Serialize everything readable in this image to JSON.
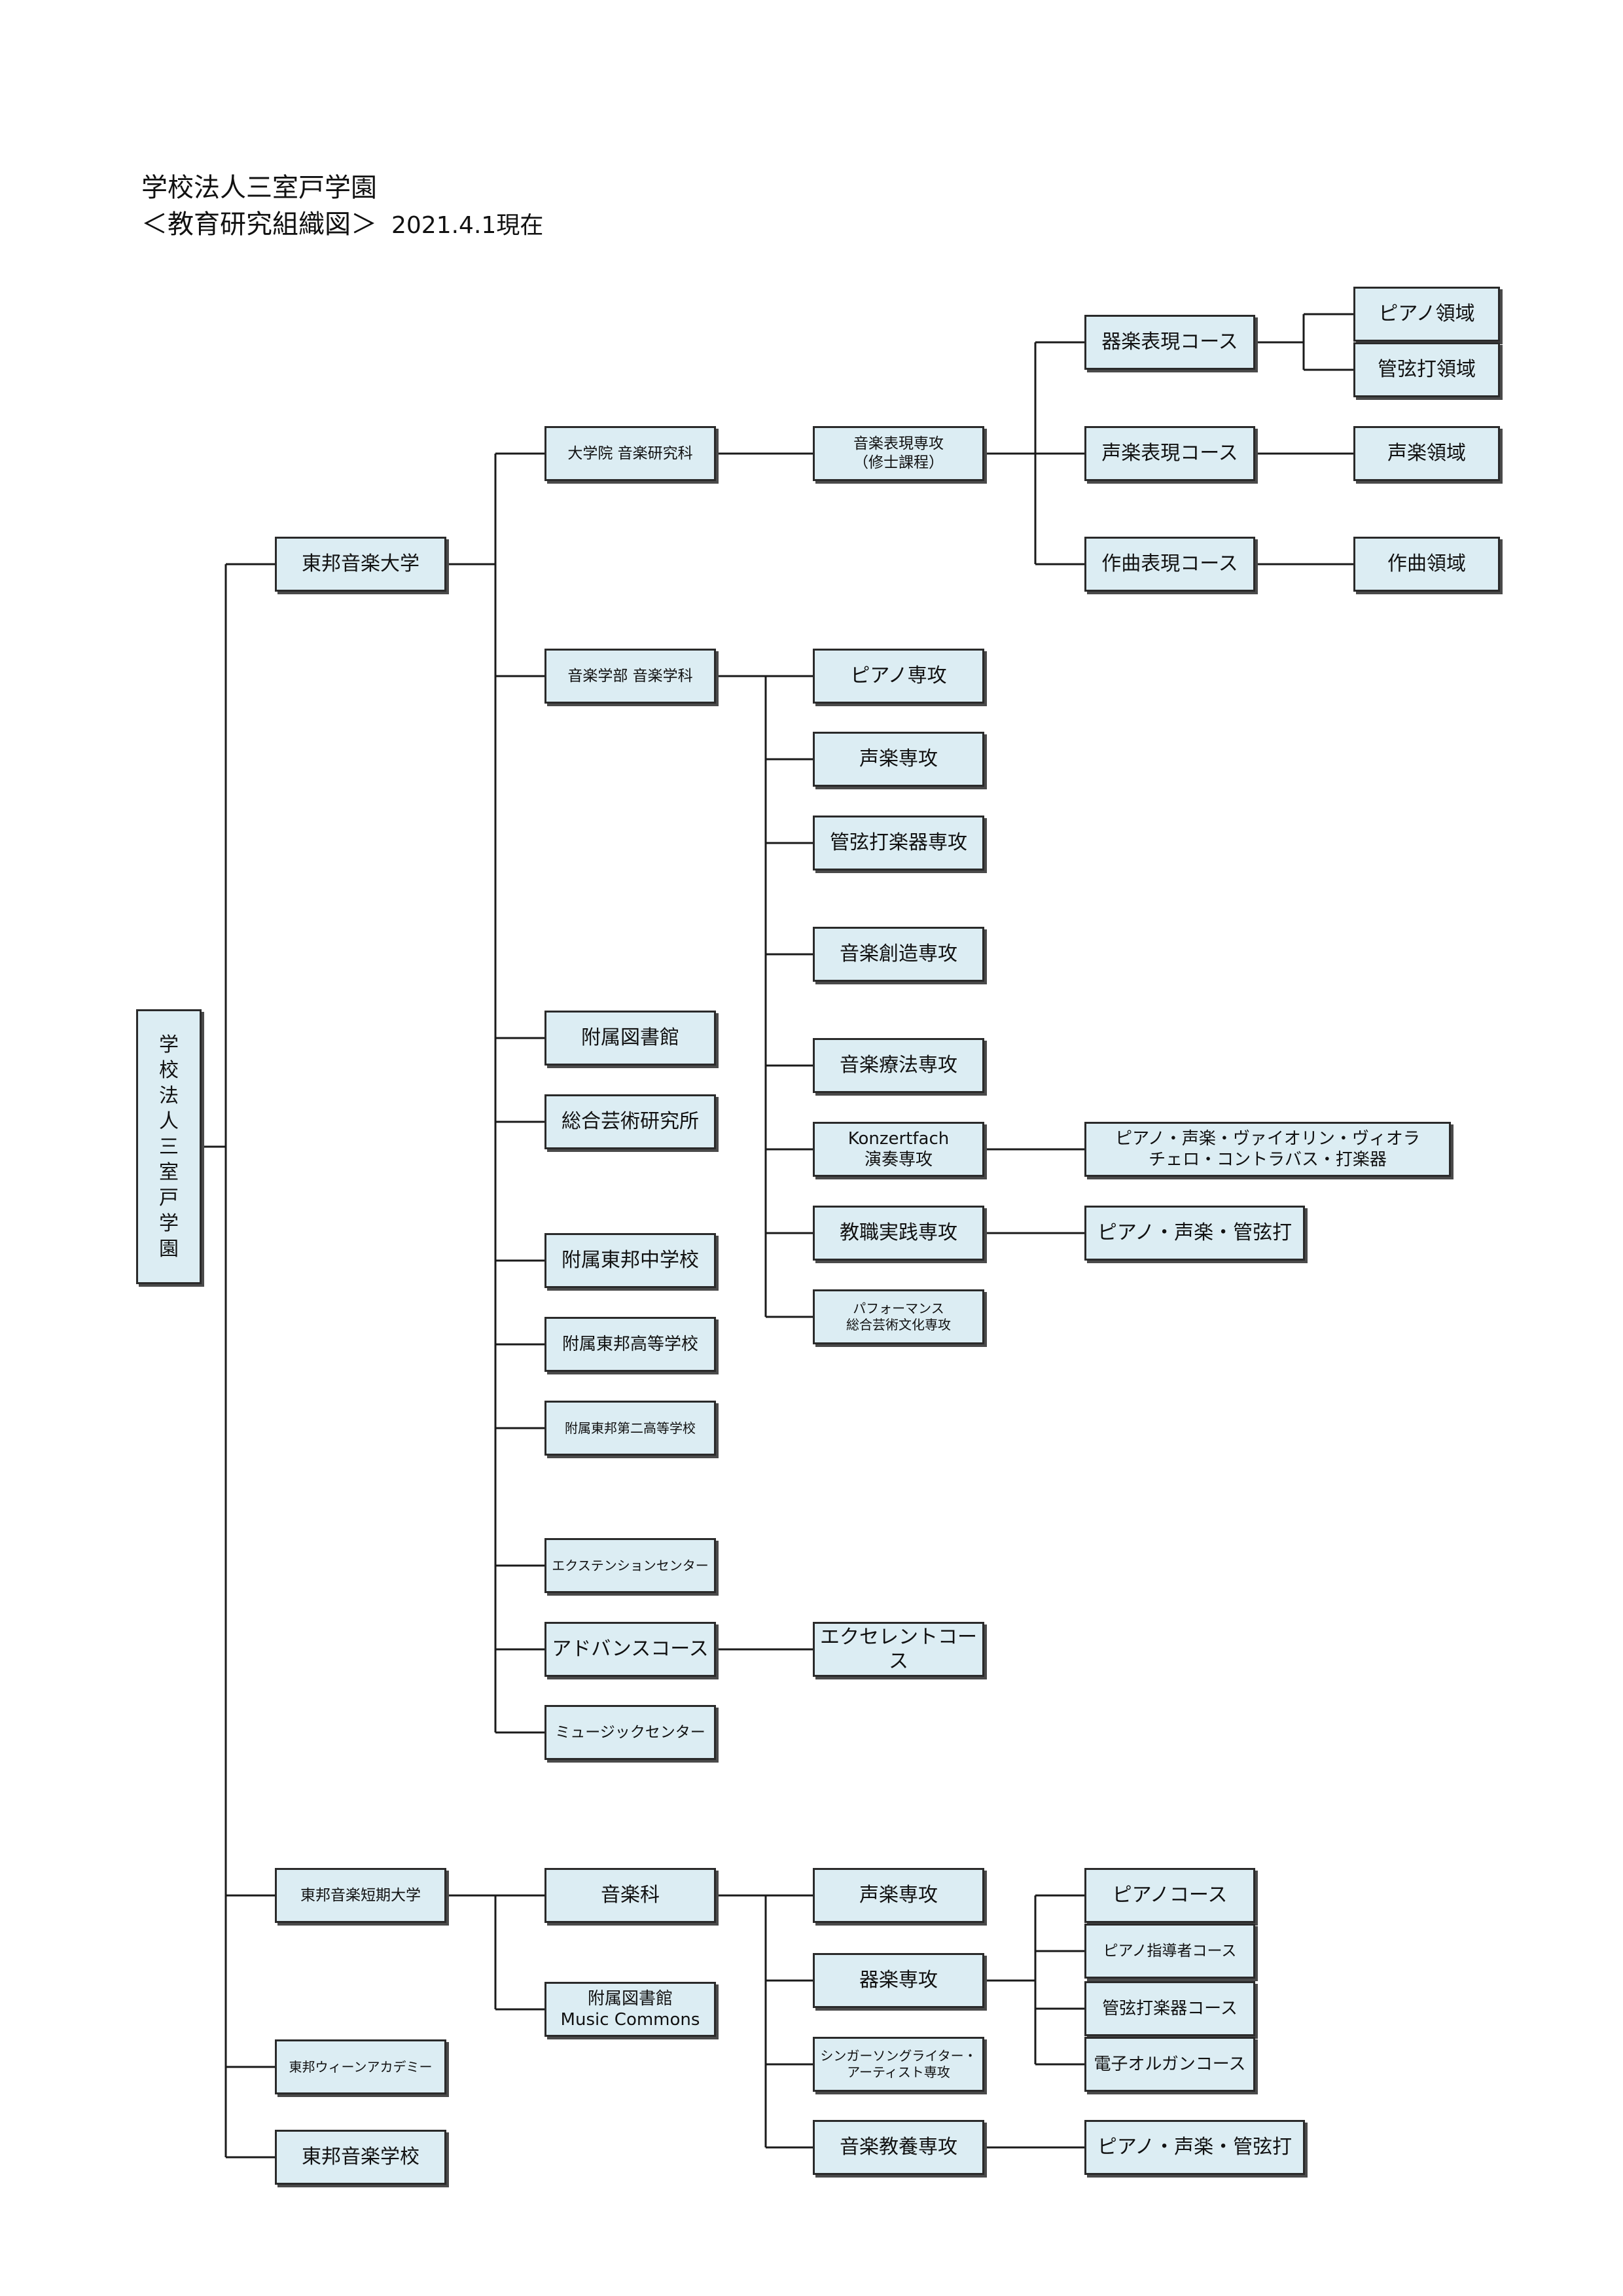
{
  "header": {
    "title_line1": "学校法人三室戸学園",
    "title_line2": "＜教育研究組織図＞",
    "date": "2021.4.1現在"
  },
  "nodes": {
    "root": "学校法人三室戸学園",
    "toho_univ": "東邦音楽大学",
    "grad_school": "大学院 音楽研究科",
    "grad_major": "音楽表現専攻\n（修士課程）",
    "instr_course": "器楽表現コース",
    "piano_area": "ピアノ領域",
    "wind_area": "管弦打領域",
    "vocal_course": "声楽表現コース",
    "vocal_area": "声楽領域",
    "comp_course": "作曲表現コース",
    "comp_area": "作曲領域",
    "faculty_music": "音楽学部 音楽学科",
    "piano_major": "ピアノ専攻",
    "vocal_major": "声楽専攻",
    "wind_major": "管弦打楽器専攻",
    "creation_major": "音楽創造専攻",
    "therapy_major": "音楽療法専攻",
    "konzertfach": "Konzertfach\n演奏専攻",
    "konzertfach_detail": "ピアノ・声楽・ヴァイオリン・ヴィオラ\nチェロ・コントラバス・打楽器",
    "teaching_major": "教職実践専攻",
    "teaching_detail": "ピアノ・声楽・管弦打",
    "performance_major": "パフォーマンス\n総合芸術文化専攻",
    "library": "附属図書館",
    "arts_institute": "総合芸術研究所",
    "junior_high": "附属東邦中学校",
    "high_school": "附属東邦高等学校",
    "high_school2": "附属東邦第二高等学校",
    "extension": "エクステンションセンター",
    "advanced": "アドバンスコース",
    "excellent": "エクセレントコース",
    "music_center": "ミュージックセンター",
    "junior_college": "東邦音楽短期大学",
    "jc_music": "音楽科",
    "jc_library": "附属図書館\nMusic Commons",
    "jc_vocal": "声楽専攻",
    "jc_instr": "器楽専攻",
    "jc_piano_course": "ピアノコース",
    "jc_piano_teacher": "ピアノ指導者コース",
    "jc_wind_course": "管弦打楽器コース",
    "jc_organ_course": "電子オルガンコース",
    "jc_singer": "シンガーソングライター・\nアーティスト専攻",
    "jc_liberal": "音楽教養専攻",
    "jc_liberal_detail": "ピアノ・声楽・管弦打",
    "vienna": "東邦ウィーンアカデミー",
    "music_school": "東邦音楽学校"
  }
}
